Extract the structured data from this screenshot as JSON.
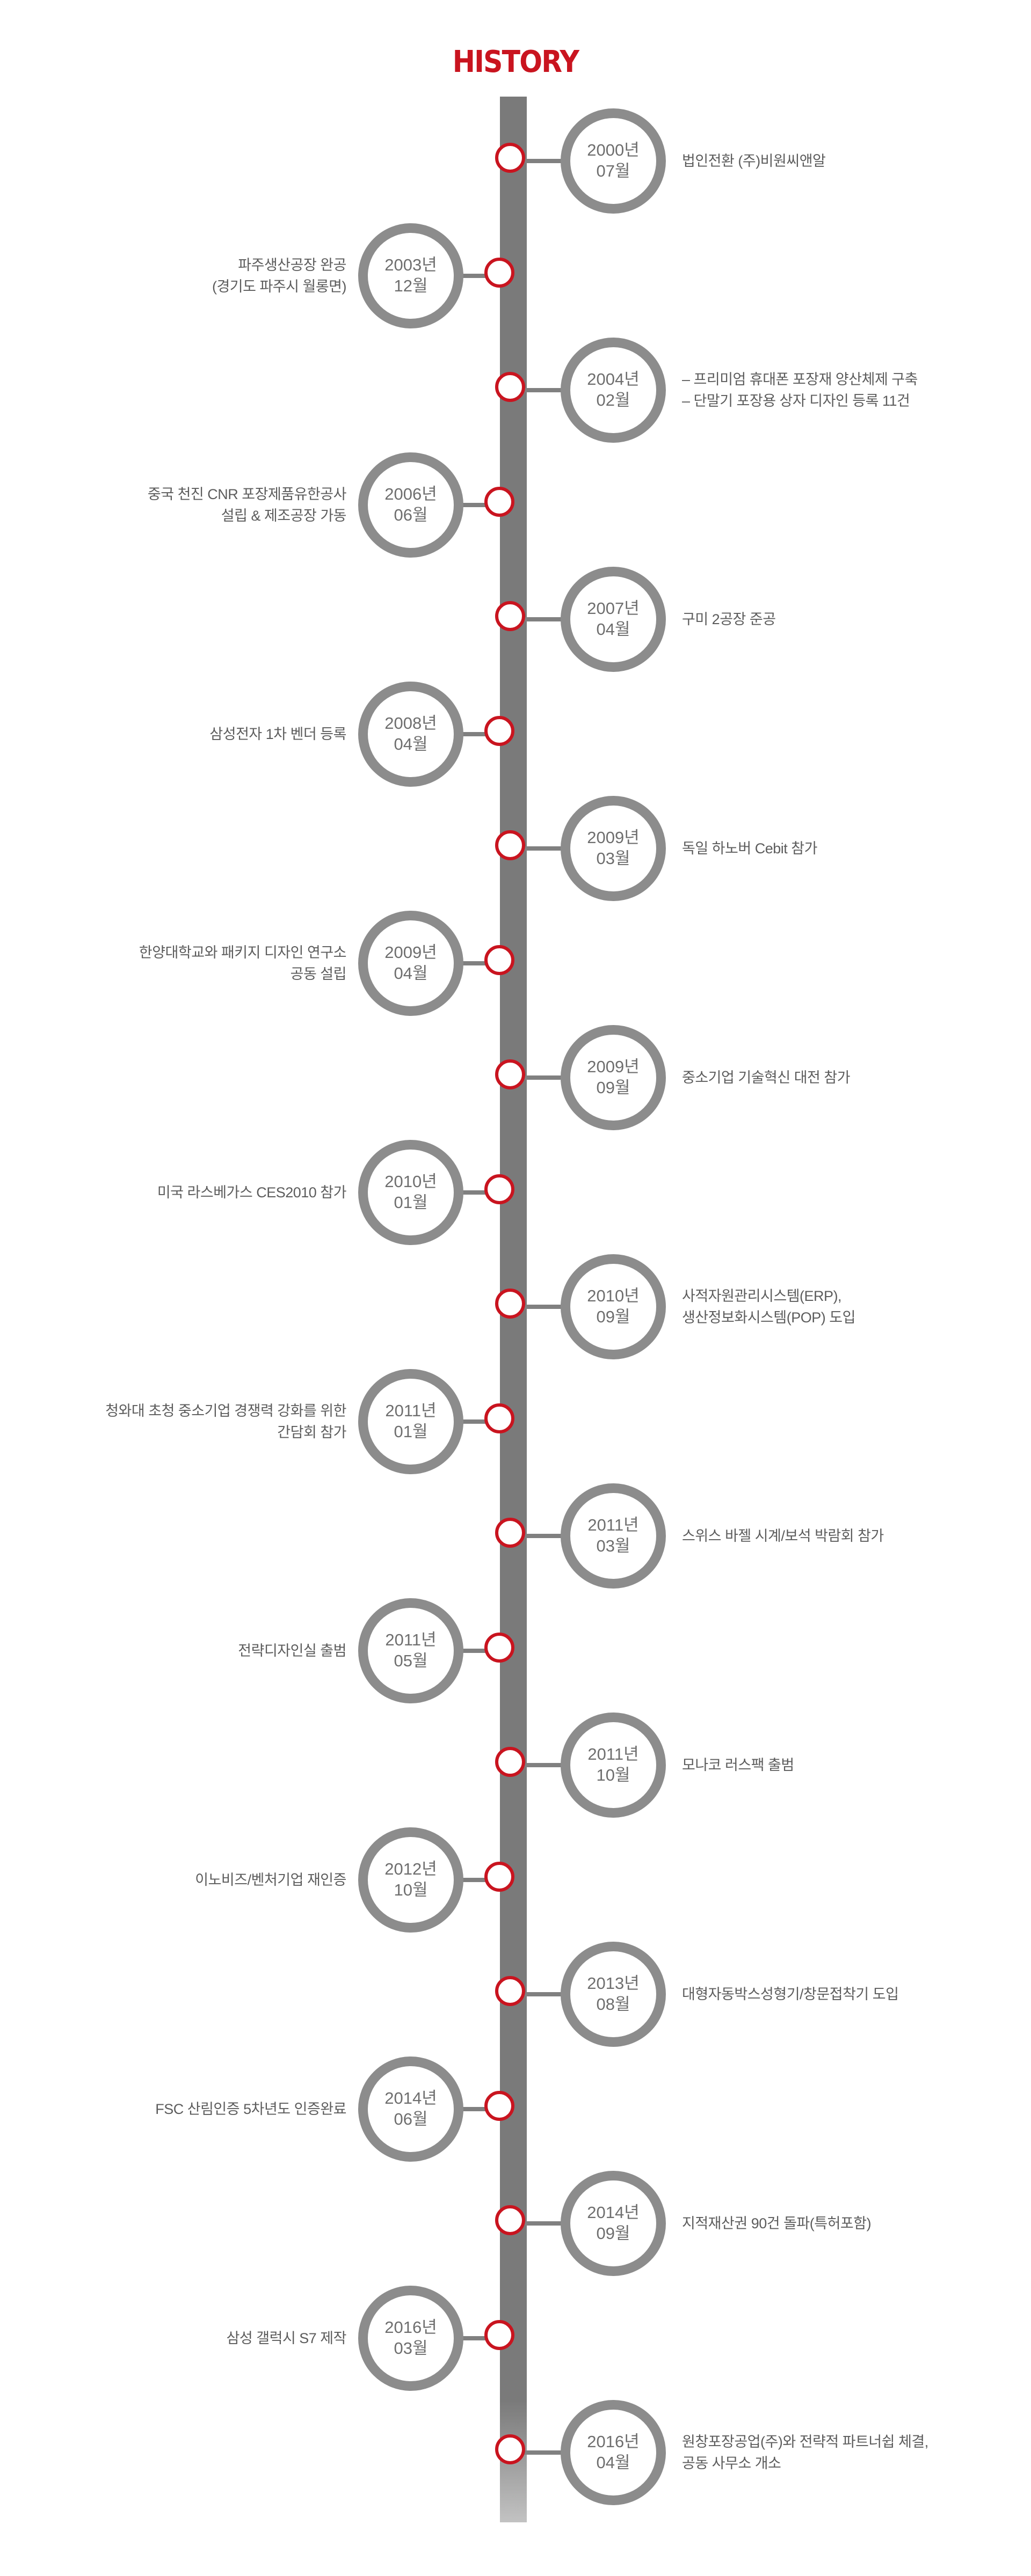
{
  "page": {
    "title": "HISTORY",
    "title_color": "#c9141f",
    "accent_color": "#c9141f",
    "line_color": "#7a7a7a"
  },
  "timeline": [
    {
      "side": "right",
      "year": "2000년",
      "month": "07월",
      "lines": [
        "법인전환 (주)비원씨앤알"
      ]
    },
    {
      "side": "left",
      "year": "2003년",
      "month": "12월",
      "lines": [
        "파주생산공장 완공",
        "(경기도 파주시 월롱면)"
      ]
    },
    {
      "side": "right",
      "year": "2004년",
      "month": "02월",
      "lines": [
        "– 프리미엄 휴대폰 포장재 양산체제 구축",
        "– 단말기 포장용 상자 디자인 등록 11건"
      ]
    },
    {
      "side": "left",
      "year": "2006년",
      "month": "06월",
      "lines": [
        "중국 천진 CNR 포장제품유한공사",
        "설립 & 제조공장 가동"
      ]
    },
    {
      "side": "right",
      "year": "2007년",
      "month": "04월",
      "lines": [
        "구미 2공장 준공"
      ]
    },
    {
      "side": "left",
      "year": "2008년",
      "month": "04월",
      "lines": [
        "삼성전자 1차 벤더 등록"
      ]
    },
    {
      "side": "right",
      "year": "2009년",
      "month": "03월",
      "lines": [
        "독일 하노버 Cebit 참가"
      ]
    },
    {
      "side": "left",
      "year": "2009년",
      "month": "04월",
      "lines": [
        "한양대학교와 패키지 디자인 연구소",
        "공동 설립"
      ]
    },
    {
      "side": "right",
      "year": "2009년",
      "month": "09월",
      "lines": [
        "중소기업 기술혁신 대전 참가"
      ]
    },
    {
      "side": "left",
      "year": "2010년",
      "month": "01월",
      "lines": [
        "미국 라스베가스 CES2010 참가"
      ]
    },
    {
      "side": "right",
      "year": "2010년",
      "month": "09월",
      "lines": [
        "사적자원관리시스템(ERP),",
        "생산정보화시스템(POP) 도입"
      ]
    },
    {
      "side": "left",
      "year": "2011년",
      "month": "01월",
      "lines": [
        "청와대 초청 중소기업 경쟁력 강화를 위한",
        "간담회 참가"
      ]
    },
    {
      "side": "right",
      "year": "2011년",
      "month": "03월",
      "lines": [
        "스위스 바젤 시계/보석 박람회 참가"
      ]
    },
    {
      "side": "left",
      "year": "2011년",
      "month": "05월",
      "lines": [
        "전략디자인실 출범"
      ]
    },
    {
      "side": "right",
      "year": "2011년",
      "month": "10월",
      "lines": [
        "모나코 러스팩 출범"
      ]
    },
    {
      "side": "left",
      "year": "2012년",
      "month": "10월",
      "lines": [
        "이노비즈/벤처기업 재인증"
      ]
    },
    {
      "side": "right",
      "year": "2013년",
      "month": "08월",
      "lines": [
        "대형자동박스성형기/창문접착기 도입"
      ]
    },
    {
      "side": "left",
      "year": "2014년",
      "month": "06월",
      "lines": [
        "FSC 산림인증 5차년도 인증완료"
      ]
    },
    {
      "side": "right",
      "year": "2014년",
      "month": "09월",
      "lines": [
        "지적재산권 90건 돌파(특허포함)"
      ]
    },
    {
      "side": "left",
      "year": "2016년",
      "month": "03월",
      "lines": [
        "삼성 갤럭시 S7 제작"
      ]
    },
    {
      "side": "right",
      "year": "2016년",
      "month": "04월",
      "lines": [
        "원창포장공업(주)와 전략적 파트너쉽 체결,",
        "공동 사무소 개소"
      ]
    }
  ]
}
